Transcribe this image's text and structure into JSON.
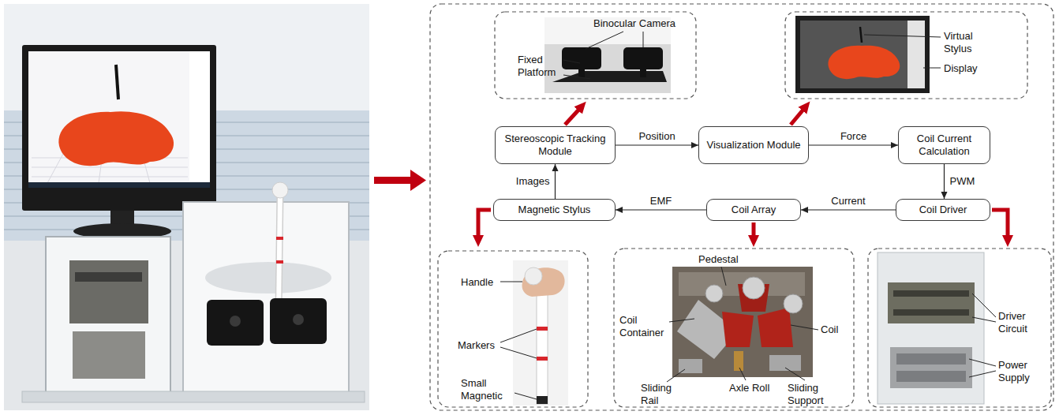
{
  "diagram": {
    "nodes": [
      {
        "text": [
          "Stereoscopic Tracking Module"
        ]
      },
      {
        "text": [
          "Visualization Module"
        ]
      },
      {
        "text": [
          "Coil Current Calculation"
        ]
      },
      {
        "text": [
          "Magnetic Stylus"
        ]
      },
      {
        "text": [
          "Coil Array"
        ]
      },
      {
        "text": [
          "Coil Driver"
        ]
      }
    ],
    "edges": [
      {
        "from": 0,
        "to": 1,
        "label": "Position",
        "arrow": "to"
      },
      {
        "from": 1,
        "to": 2,
        "label": "Force",
        "arrow": "to"
      },
      {
        "from": 2,
        "to": 5,
        "label": "PWM",
        "arrow": "to"
      },
      {
        "from": 5,
        "to": 4,
        "label": "Current",
        "arrow": "to"
      },
      {
        "from": 4,
        "to": 3,
        "label": "EMF",
        "arrow": "to"
      },
      {
        "from": 3,
        "to": 0,
        "label": "Images",
        "arrow": "to"
      }
    ],
    "labels": [
      "Binocular Camera",
      "Fixed Platform",
      "Virtual Stylus",
      "Display",
      "Handle",
      "Markers",
      "Small Magnetic",
      "Pedestal",
      "Coil Container",
      "Coil",
      "Sliding Rail",
      "Axle Roll",
      "Sliding Support",
      "Driver Circuit",
      "Power Supply"
    ]
  }
}
